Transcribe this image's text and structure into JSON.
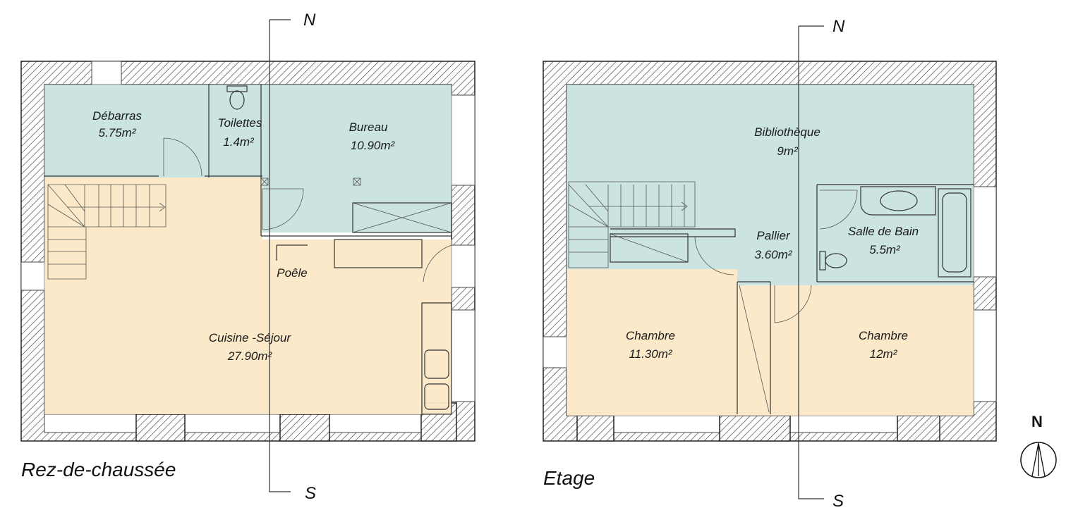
{
  "colors": {
    "day_zone": "#fbe8c6",
    "night_zone": "#c9e3df",
    "wall_stroke": "#222222"
  },
  "ground_floor": {
    "title": "Rez-de-chaussée",
    "rooms": {
      "debarras": {
        "name": "Débarras",
        "area": "5.75m²"
      },
      "toilettes": {
        "name": "Toilettes",
        "area": "1.4m²"
      },
      "bureau": {
        "name": "Bureau",
        "area": "10.90m²"
      },
      "poele": {
        "name": "Poêle"
      },
      "cuisine": {
        "name": "Cuisine -Séjour",
        "area": "27.90m²"
      }
    },
    "axis": {
      "north": "N",
      "south": "S"
    }
  },
  "upper_floor": {
    "title": "Etage",
    "rooms": {
      "bibliotheque": {
        "name": "Bibliothèque",
        "area": "9m²"
      },
      "pallier": {
        "name": "Pallier",
        "area": "3.60m²"
      },
      "salle_de_bain": {
        "name": "Salle de Bain",
        "area": "5.5m²"
      },
      "chambre_left": {
        "name": "Chambre",
        "area": "11.30m²"
      },
      "chambre_right": {
        "name": "Chambre",
        "area": "12m²"
      }
    },
    "axis": {
      "north": "N",
      "south": "S"
    }
  },
  "compass": {
    "label": "N",
    "icon": "north-arrow-icon"
  }
}
